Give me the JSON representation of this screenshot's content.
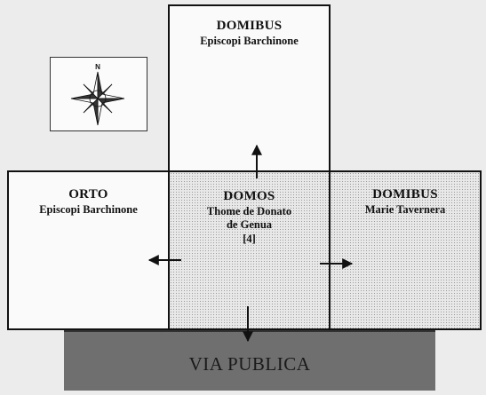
{
  "plots": {
    "north": {
      "title": "DOMIBUS",
      "subtitle": "Episcopi Barchinone"
    },
    "west": {
      "title": "ORTO",
      "subtitle": "Episcopi Barchinone"
    },
    "center": {
      "title": "DOMOS",
      "line1": "Thome de Donato",
      "line2": "de Genua",
      "line3": "[4]"
    },
    "east": {
      "title": "DOMIBUS",
      "subtitle": "Marie Tavernera"
    }
  },
  "street": {
    "label": "VIA PUBLICA"
  },
  "compass": {
    "north_label": "N"
  }
}
